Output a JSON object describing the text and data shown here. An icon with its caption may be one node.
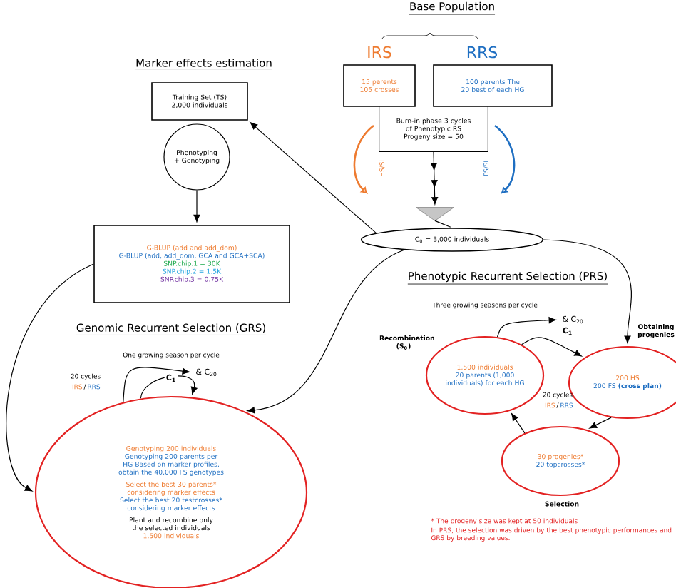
{
  "diagram": {
    "nodes": [
      {
        "text": [
          "Training Set (TS) 2,000 individuals"
        ]
      },
      {
        "text": [
          "Phenotyping + Genotyping"
        ]
      },
      {
        "text": [
          "G-BLUP (add and add_dom)",
          "G-BLUP (add, add_dom, GCA and GCA+SCA)",
          "SNP.chip.1 = 30K",
          "SNP.chip.2 = 1.5K",
          "SNP.chip.3 = 0.75K"
        ]
      },
      {
        "text": [
          "IRS",
          "15 parents 105 crosses"
        ]
      },
      {
        "text": [
          "RRS",
          "100 parents The 20 best of each HG"
        ]
      },
      {
        "text": [
          "Burn-in phase 3 cycles of Phenotypic RS Progeny size = 50"
        ]
      },
      {
        "text": [],
        "shape": "funnel"
      },
      {
        "text": [
          "C$_{0}$ = 3,000 individuals"
        ]
      },
      {
        "text": [
          "Genotyping 200 individuals",
          "Genotyping 200 parents per HG Based on marker profiles, obtain the 40,000 FS genotypes",
          "Select the best 30 parents* considering marker effects",
          "Select the best 20 testcrosses* considering marker effects",
          "Plant and recombine only the selected individuals",
          "1,500 individuals"
        ]
      },
      {
        "text": [
          "1,500 individuals",
          "20 parents (1,000 individuals) for each HG"
        ],
        "beside": [
          "Recombination (S$_{0}$)"
        ]
      },
      {
        "text": [
          "200 HS",
          "200 FS **(cross plan)**"
        ],
        "beside": [
          "Obtaining progenies"
        ]
      },
      {
        "text": [
          "30 progenies*",
          "20 topcrosses*"
        ],
        "beside": [
          "Selection"
        ]
      },
      {
        "text": [
          "& C$_{20}$"
        ]
      },
      {
        "text": [
          "& C$_{20}$"
        ]
      }
    ],
    "edges": [
      {
        "from": 7,
        "to": 0,
        "arrow": "to"
      },
      {
        "from": 1,
        "to": 2,
        "arrow": "to"
      },
      {
        "from": 2,
        "to": 8,
        "arrow": "to"
      },
      {
        "from": 7,
        "to": 8,
        "arrow": "to"
      },
      {
        "from": 7,
        "to": 10,
        "arrow": "to"
      },
      {
        "from": 8,
        "to": 8,
        "arrow": "to",
        "label": "C$_{1}$"
      },
      {
        "from": 8,
        "to": 13,
        "arrow": "to"
      },
      {
        "from": 9,
        "to": 12,
        "arrow": "to"
      },
      {
        "from": 9,
        "to": 10,
        "arrow": "to",
        "label": "C$_{1}$"
      },
      {
        "from": 10,
        "to": 11,
        "arrow": "to"
      },
      {
        "from": 11,
        "to": 9,
        "arrow": "to"
      },
      {
        "from": 5,
        "to": 6,
        "arrow": "to"
      },
      {
        "from": 6,
        "to": 7,
        "arrow": "none"
      }
    ],
    "labels": [
      "Base Population",
      "Marker effects estimation",
      "HS/SI",
      "FS/SI",
      "Phenotypic Recurrent Selection (PRS)",
      "Three growing seasons per cycle",
      "20 cycles",
      "IRS",
      "/",
      "RRS",
      "Genomic Recurrent Selection (GRS)",
      "One growing season per cycle",
      "20 cycles",
      "IRS",
      "/",
      "RRS",
      "* The progeny size was kept at 50 individuals",
      "In PRS, the selection was driven by the best phenotypic performances and GRS by breeding values."
    ]
  }
}
